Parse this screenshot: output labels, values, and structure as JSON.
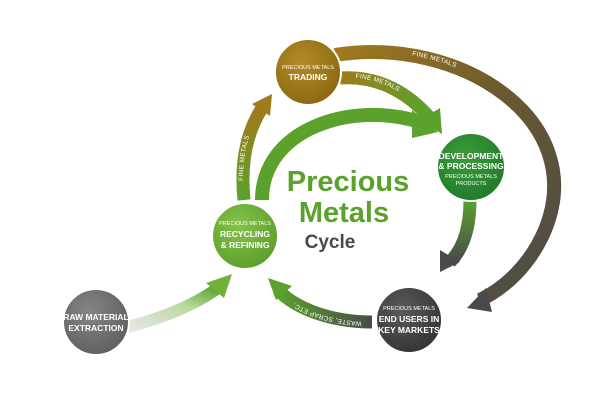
{
  "title": {
    "line1": "Precious",
    "line2": "Metals",
    "line3": "Cycle"
  },
  "nodes": {
    "trading": {
      "small": "PRECIOUS METALS",
      "big": "TRADING"
    },
    "development": {
      "big1": "DEVELOPMENT",
      "big2": "& PROCESSING",
      "small1": "PRECIOUS METALS",
      "small2": "PRODUCTS"
    },
    "recycling": {
      "small": "PRECIOUS METALS",
      "big1": "RECYCLING",
      "big2": "& REFINING"
    },
    "end_users": {
      "small": "PRECIOUS METALS",
      "big1": "END USERS IN",
      "big2": "KEY MARKETS"
    },
    "raw_material": {
      "big1": "RAW MATERIAL",
      "big2": "EXTRACTION"
    }
  },
  "arrows": {
    "outer_top": "FINE METALS",
    "inner_top": "FINE METALS",
    "left": "FINE METALS",
    "bottom": "WASTE, SCRAP ETC."
  },
  "colors": {
    "gold": "#a07a1c",
    "green": "#5aa22c",
    "light_green": "#7ec242",
    "dark_grey": "#4a4a4a",
    "grey": "#6b6b6b"
  }
}
